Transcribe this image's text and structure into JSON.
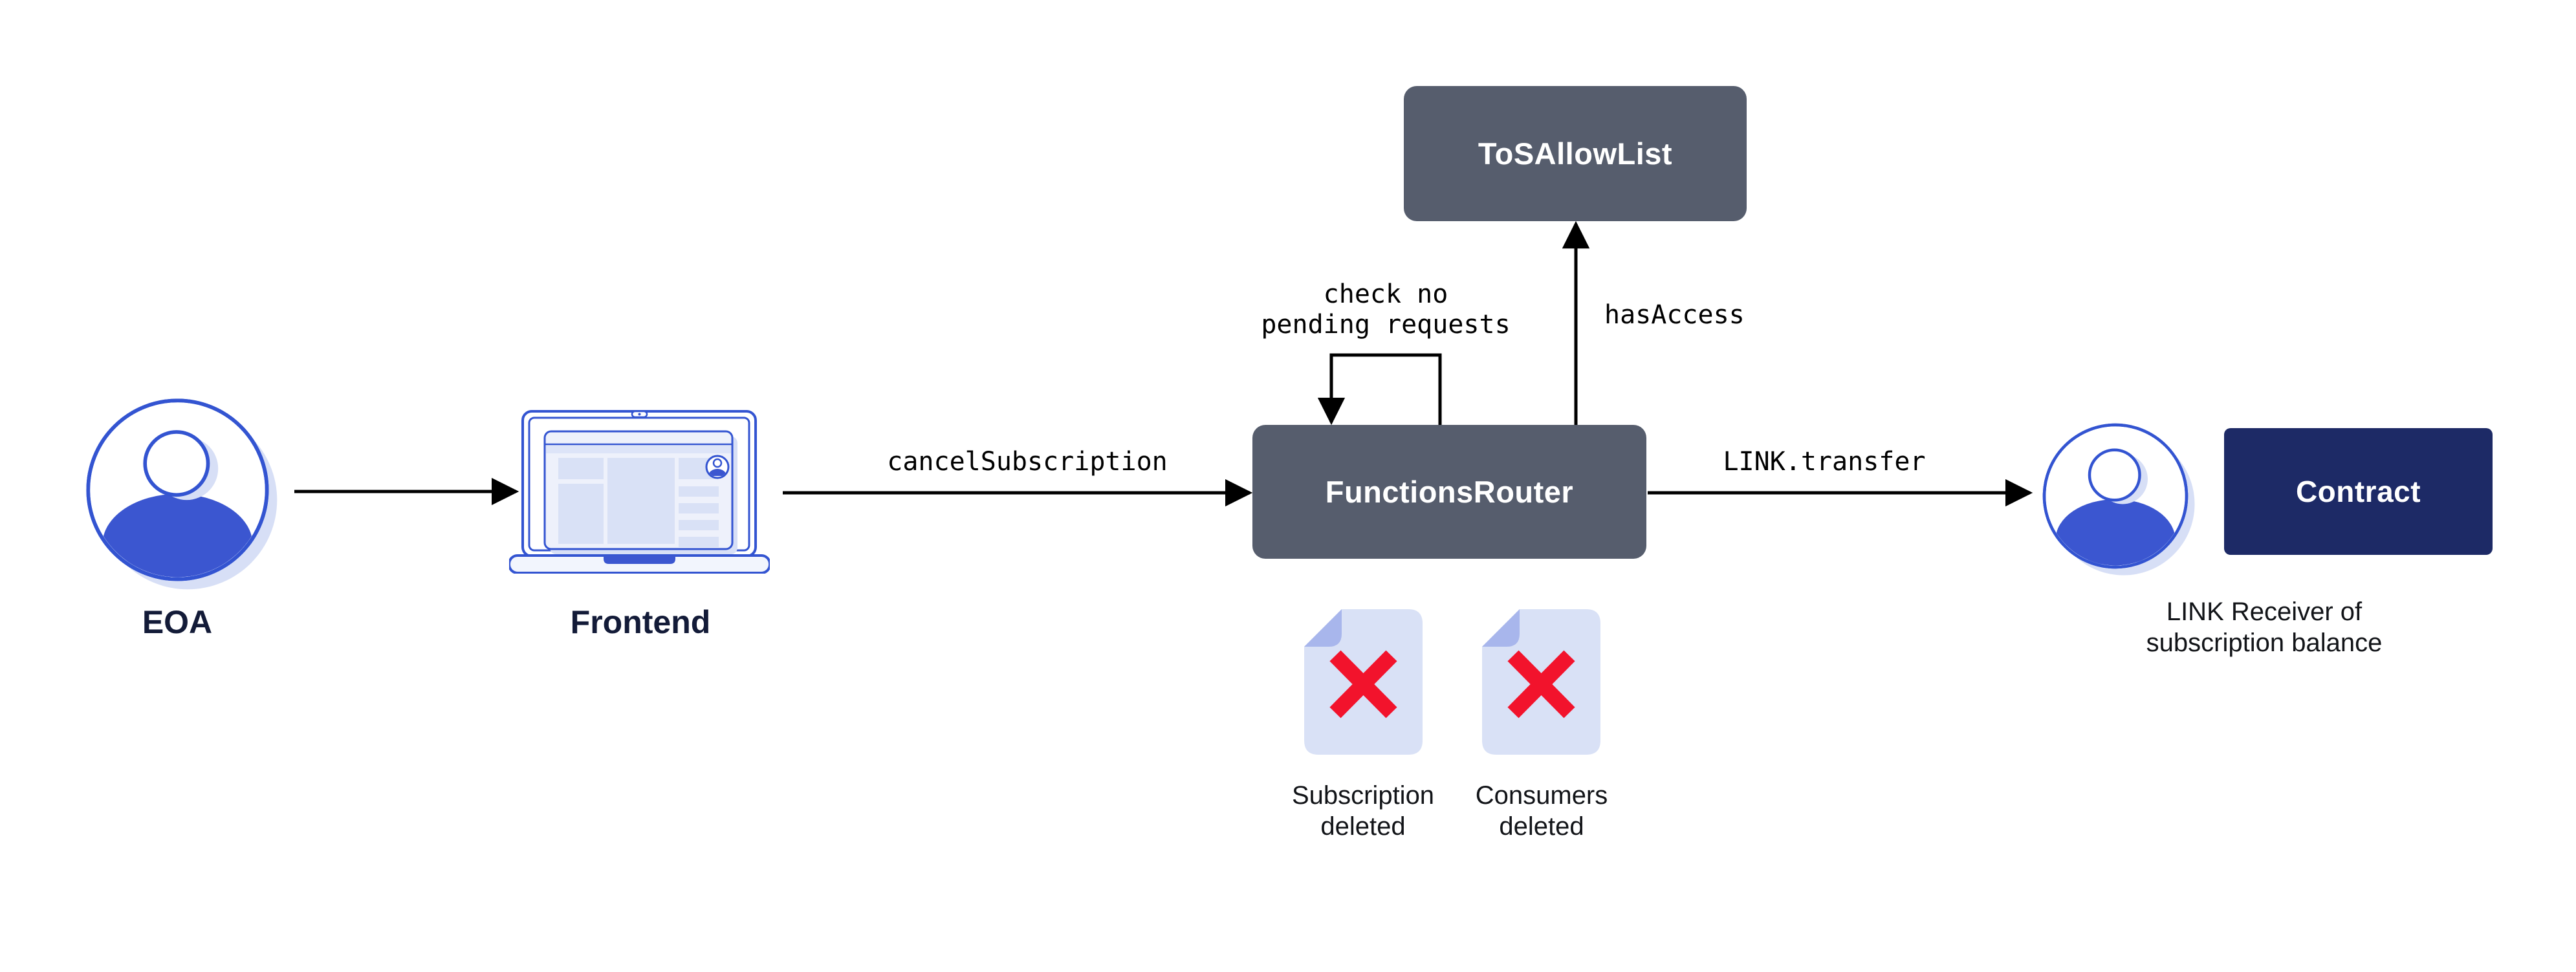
{
  "colors": {
    "background": "#ffffff",
    "slate_box": "#565d6d",
    "navy_box": "#1d2a66",
    "box_text": "#ffffff",
    "brand_blue": "#3b56d0",
    "blue_outline": "#3354d1",
    "lavender_shadow": "#d7dff6",
    "doc_fill": "#d9e1f6",
    "doc_fold": "#a8b6ec",
    "red_x": "#f2132c",
    "arrow": "#000000",
    "navy_label_text": "#131b38",
    "caption_text": "#121418"
  },
  "nodes": {
    "eoa": {
      "label": "EOA",
      "icon": "person-avatar"
    },
    "frontend": {
      "label": "Frontend",
      "icon": "laptop"
    },
    "functions_router": {
      "label": "FunctionsRouter"
    },
    "tos_allow_list": {
      "label": "ToSAllowList"
    },
    "contract": {
      "label": "Contract"
    },
    "link_receiver": {
      "icon": "person-avatar",
      "caption": [
        "LINK Receiver of",
        "subscription balance"
      ]
    }
  },
  "edges": {
    "frontend_call": {
      "label": "cancelSubscription"
    },
    "link_transfer": {
      "label": "LINK.transfer"
    },
    "has_access": {
      "label": "hasAccess"
    },
    "self_check": {
      "label": [
        "check no",
        "pending requests"
      ]
    }
  },
  "documents": [
    {
      "caption": [
        "Subscription",
        "deleted"
      ]
    },
    {
      "caption": [
        "Consumers",
        "deleted"
      ]
    }
  ]
}
